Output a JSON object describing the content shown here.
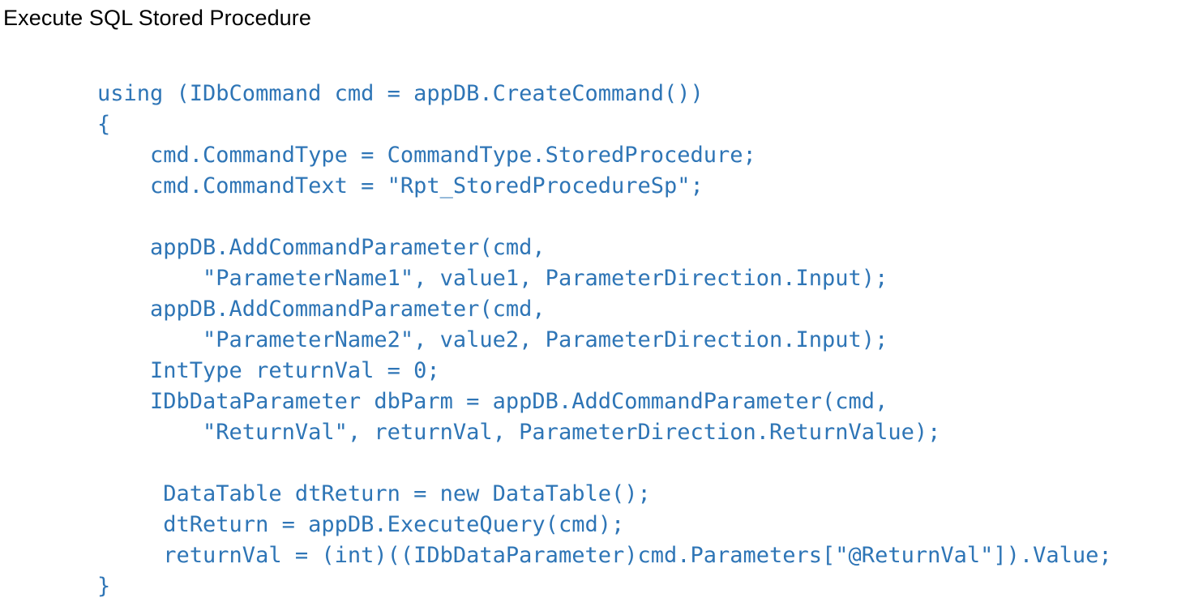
{
  "document": {
    "title": "Execute SQL Stored Procedure",
    "background_color": "#ffffff",
    "title_color": "#000000",
    "code_color": "#2E75B6"
  },
  "code": {
    "language": "csharp",
    "lines": [
      "using (IDbCommand cmd = appDB.CreateCommand())",
      "{",
      "    cmd.CommandType = CommandType.StoredProcedure;",
      "    cmd.CommandText = \"Rpt_StoredProcedureSp\";",
      "",
      "    appDB.AddCommandParameter(cmd,",
      "        \"ParameterName1\", value1, ParameterDirection.Input);",
      "    appDB.AddCommandParameter(cmd,",
      "        \"ParameterName2\", value2, ParameterDirection.Input);",
      "    IntType returnVal = 0;",
      "    IDbDataParameter dbParm = appDB.AddCommandParameter(cmd,",
      "        \"ReturnVal\", returnVal, ParameterDirection.ReturnValue);",
      "",
      "     DataTable dtReturn = new DataTable();",
      "     dtReturn = appDB.ExecuteQuery(cmd);",
      "     returnVal = (int)((IDbDataParameter)cmd.Parameters[\"@ReturnVal\"]).Value;",
      "}"
    ]
  }
}
